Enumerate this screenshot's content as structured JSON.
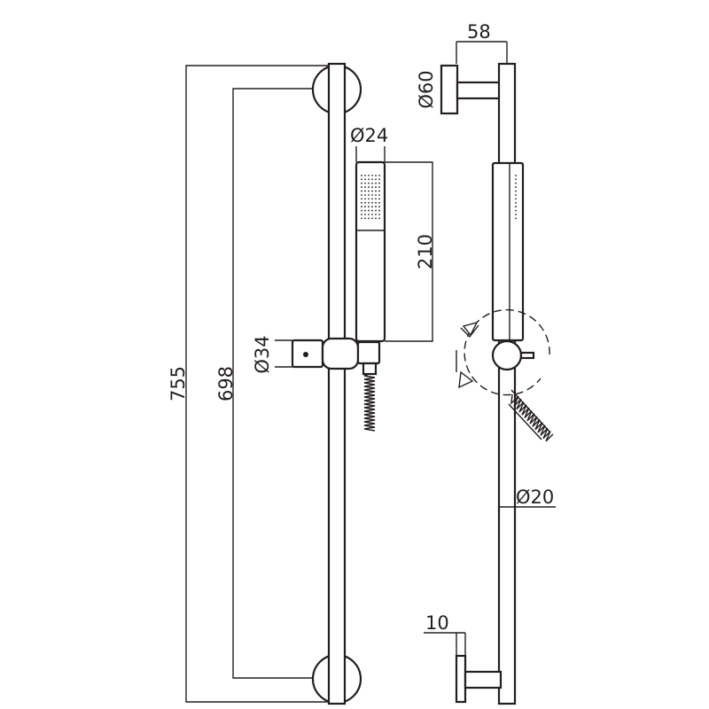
{
  "dimensions": {
    "overall_height": "755",
    "fixing_centres": "698",
    "handshower_length": "210",
    "handshower_diameter": "Ø24",
    "slider_diameter": "Ø34",
    "wall_flange_diameter": "Ø60",
    "wall_projection": "58",
    "rail_diameter": "Ø20",
    "flange_thickness": "10"
  }
}
